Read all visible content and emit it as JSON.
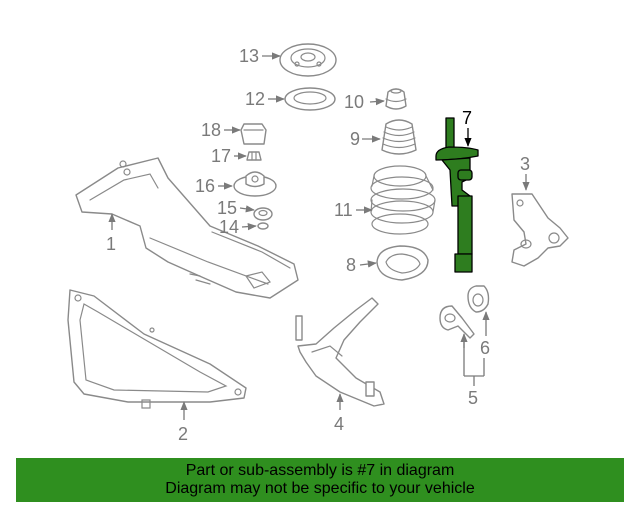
{
  "callouts": [
    {
      "id": "13",
      "label": "13"
    },
    {
      "id": "12",
      "label": "12"
    },
    {
      "id": "10",
      "label": "10"
    },
    {
      "id": "18",
      "label": "18"
    },
    {
      "id": "17",
      "label": "17"
    },
    {
      "id": "9",
      "label": "9"
    },
    {
      "id": "16",
      "label": "16"
    },
    {
      "id": "15",
      "label": "15"
    },
    {
      "id": "14",
      "label": "14"
    },
    {
      "id": "11",
      "label": "11"
    },
    {
      "id": "8",
      "label": "8"
    },
    {
      "id": "7",
      "label": "7"
    },
    {
      "id": "3",
      "label": "3"
    },
    {
      "id": "1",
      "label": "1"
    },
    {
      "id": "2",
      "label": "2"
    },
    {
      "id": "4",
      "label": "4"
    },
    {
      "id": "5",
      "label": "5"
    },
    {
      "id": "6",
      "label": "6"
    }
  ],
  "highlighted_part": "7",
  "colors": {
    "highlight": "#2e7d1f",
    "banner": "#2f8f1f",
    "linework": "#8a8a8a"
  },
  "banner": {
    "line1": "Part or sub-assembly is #7 in diagram",
    "line2": "Diagram may not be specific to your vehicle"
  }
}
